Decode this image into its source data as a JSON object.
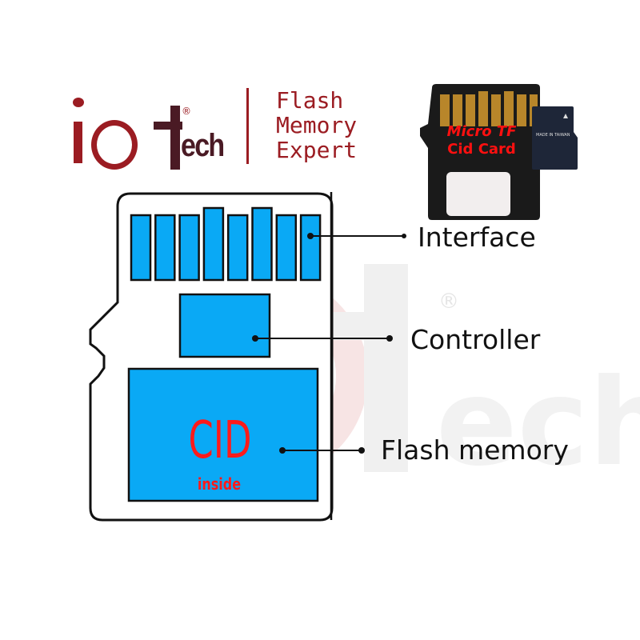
{
  "logo": {
    "brand_prefix": "io",
    "brand_t": "t",
    "brand_suffix": "ech",
    "registered_mark": "®",
    "tagline_lines": [
      "Flash",
      "Memory",
      "Expert"
    ],
    "brand_color": "#9b1c22",
    "dark_color": "#4a1a24"
  },
  "product_photo": {
    "title_lines": [
      "Micro TF",
      "Cid Card"
    ],
    "small_card_label": "MADE IN TAIWAN",
    "title_color": "#ff1010"
  },
  "diagram": {
    "card_fill_color": "#ffffff",
    "chip_color": "#0aa9f5",
    "cid_label": "CID",
    "cid_sublabel": "inside",
    "cid_color": "#ff1a1a",
    "pin_count": 8,
    "callouts": [
      {
        "id": "interface",
        "label": "Interface"
      },
      {
        "id": "controller",
        "label": "Controller"
      },
      {
        "id": "flash",
        "label": "Flash memory"
      }
    ]
  },
  "watermark": {
    "text_prefix": "io",
    "text_t": "t",
    "text_suffix": "ech",
    "registered_mark": "®"
  }
}
